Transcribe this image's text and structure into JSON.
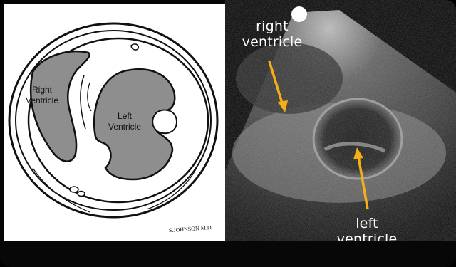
{
  "diagram": {
    "labels": {
      "right_ventricle": [
        "Right",
        "Ventricle"
      ],
      "left_ventricle": [
        "Left",
        "Ventricle"
      ],
      "signature": "S.JOHNSON M.D."
    },
    "colors": {
      "chamber_fill": "#8e8e8e",
      "outline": "#111111"
    }
  },
  "echo": {
    "labels": {
      "right_ventricle": [
        "right",
        "ventricle"
      ],
      "left_ventricle": [
        "left",
        "ventricle"
      ]
    },
    "colors": {
      "arrow": "#f5b018",
      "label": "#ffffff"
    }
  }
}
